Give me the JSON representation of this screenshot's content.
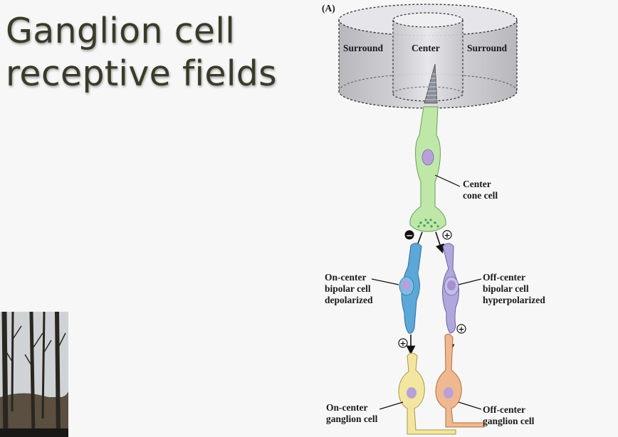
{
  "slide": {
    "title_line1": "Ganglion cell",
    "title_line2": "receptive fields"
  },
  "figure": {
    "panel_label": "(A)",
    "surround_left": "Surround",
    "center": "Center",
    "surround_right": "Surround",
    "cone_label_line1": "Center",
    "cone_label_line2": "cone cell",
    "on_bipolar_line1": "On-center",
    "on_bipolar_line2": "bipolar cell",
    "on_bipolar_line3": "depolarized",
    "off_bipolar_line1": "Off-center",
    "off_bipolar_line2": "bipolar cell",
    "off_bipolar_line3": "hyperpolarized",
    "on_ganglion_line1": "On-center",
    "on_ganglion_line2": "ganglion cell",
    "off_ganglion_line1": "Off-center",
    "off_ganglion_line2": "ganglion cell",
    "sign_minus": "−",
    "sign_plus": "+"
  },
  "colors": {
    "cone": "#bfe8a8",
    "on_bipolar": "#5ba8d8",
    "off_bipolar": "#b0a8dc",
    "on_ganglion": "#f2e6a0",
    "off_ganglion": "#f0b890",
    "nucleus": "#b8a0d8"
  }
}
